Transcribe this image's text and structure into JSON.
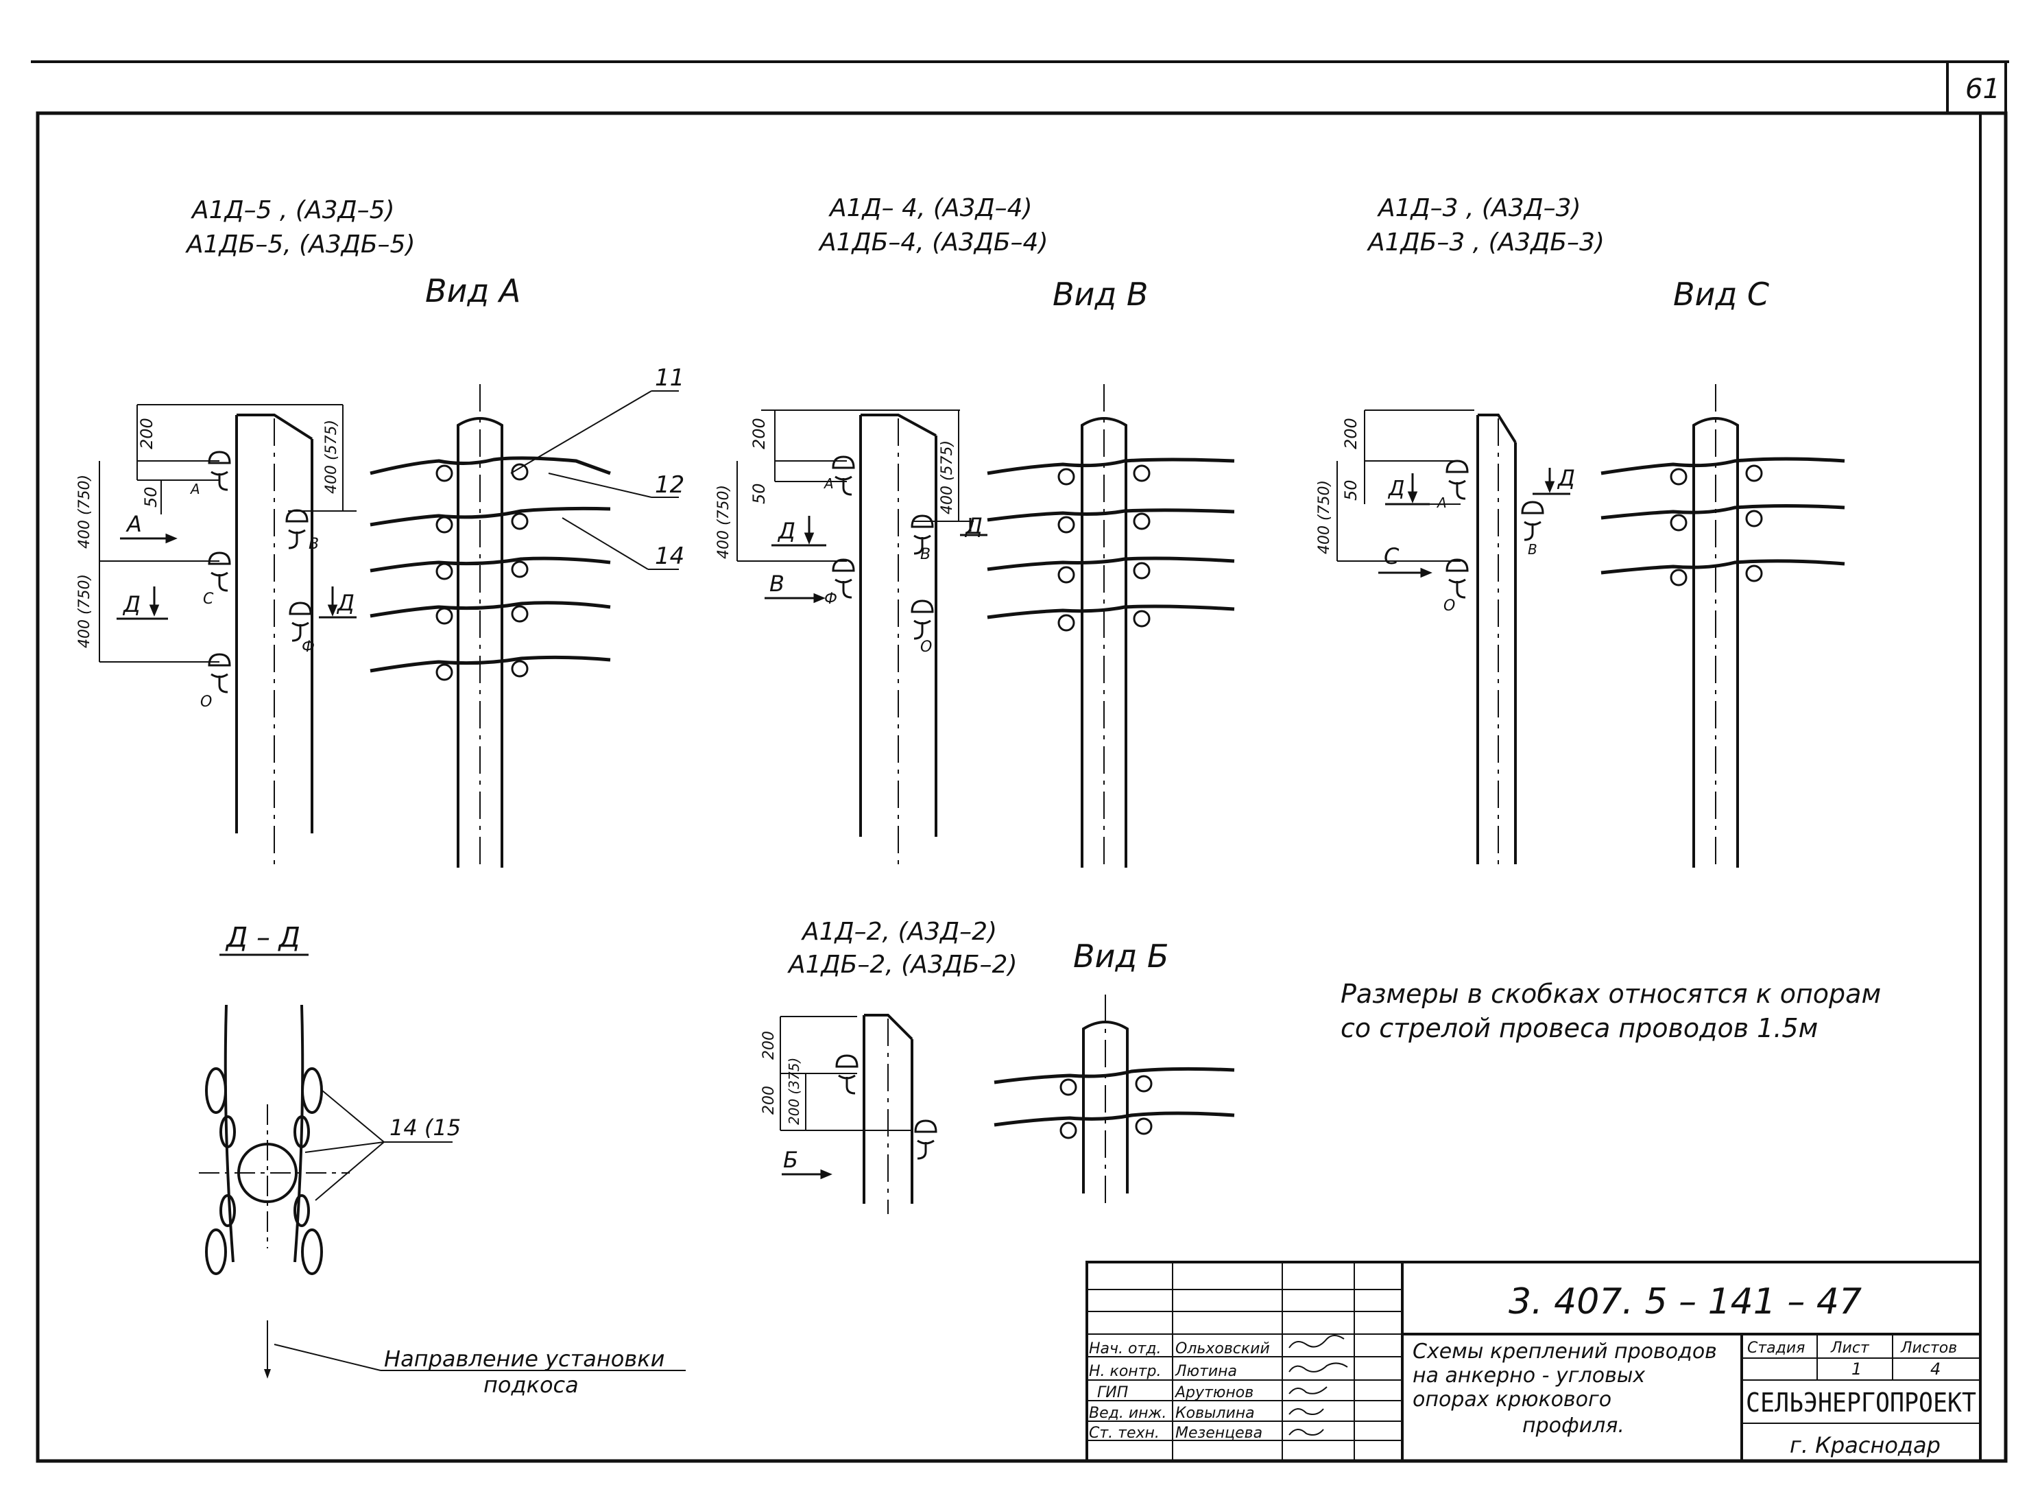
{
  "sheet_number": "61",
  "views": [
    {
      "marks_line1": "А1Д–5 , (А3Д–5)",
      "marks_line2": "А1ДБ–5, (А3ДБ–5)",
      "title": "Вид А"
    },
    {
      "marks_line1": "А1Д– 4, (А3Д–4)",
      "marks_line2": "А1ДБ–4, (А3ДБ–4)",
      "title": "Вид В"
    },
    {
      "marks_line1": "А1Д–3  , (А3Д–3)",
      "marks_line2": "А1ДБ–3 , (А3ДБ–3)",
      "title": "Вид С"
    },
    {
      "marks_line1": "А1Д–2, (А3Д–2)",
      "marks_line2": "А1ДБ–2, (А3ДБ–2)",
      "title": "Вид Б"
    }
  ],
  "dimensions": {
    "view_a": [
      "200",
      "400 (750)",
      "50",
      "400 (750)",
      "400 (575)"
    ],
    "view_b": [
      "200",
      "50",
      "400 (750)",
      "400 (575)"
    ],
    "view_c": [
      "200",
      "50",
      "400 (750)"
    ],
    "view_b2": [
      "200",
      "200",
      "200 (375)"
    ]
  },
  "insulator_letters": {
    "view_a": [
      "А",
      "С",
      "О",
      "В",
      "Ф"
    ],
    "view_b": [
      "А",
      "Ф",
      "В",
      "О"
    ],
    "view_c": [
      "А",
      "О",
      "В"
    ]
  },
  "arrow_labels": {
    "view_a": [
      "А",
      "Д",
      "Д"
    ],
    "view_b": [
      "Д",
      "В",
      "Д"
    ],
    "view_c": [
      "Д",
      "С",
      "Д"
    ],
    "view_b2": [
      "Б"
    ]
  },
  "callouts": [
    "11",
    "12",
    "14",
    "14 (15"
  ],
  "section": {
    "title": "Д – Д",
    "direction_label_line1": "Направление  установки",
    "direction_label_line2": "подкоса"
  },
  "note_line1": "Размеры  в  скобках  относятся  к  опорам",
  "note_line2": "со  стрелой  провеса  проводов  1.5м",
  "title_block": {
    "document_code": "3. 407. 5 – 141 – 47",
    "sheet_title_line1": "Схемы  креплений  проводов",
    "sheet_title_line2": "на  анкерно - угловых",
    "sheet_title_line3": "опорах  крюкового",
    "sheet_title_line4": "профиля.",
    "stage_label": "Стадия",
    "sheet_label": "Лист",
    "sheets_label": "Листов",
    "sheet_value": "1",
    "sheets_value": "4",
    "organization": "СЕЛЬЭНЕРГОПРОЕКТ",
    "city": "г. Краснодар",
    "staff": [
      {
        "role": "Нач. отд.",
        "name": "Ольховский"
      },
      {
        "role": "Н. контр.",
        "name": "Лютина"
      },
      {
        "role": "ГИП",
        "name": "Арутюнов"
      },
      {
        "role": "Вед. инж.",
        "name": "Ковылина"
      },
      {
        "role": "Ст. техн.",
        "name": "Мезенцева"
      }
    ]
  }
}
